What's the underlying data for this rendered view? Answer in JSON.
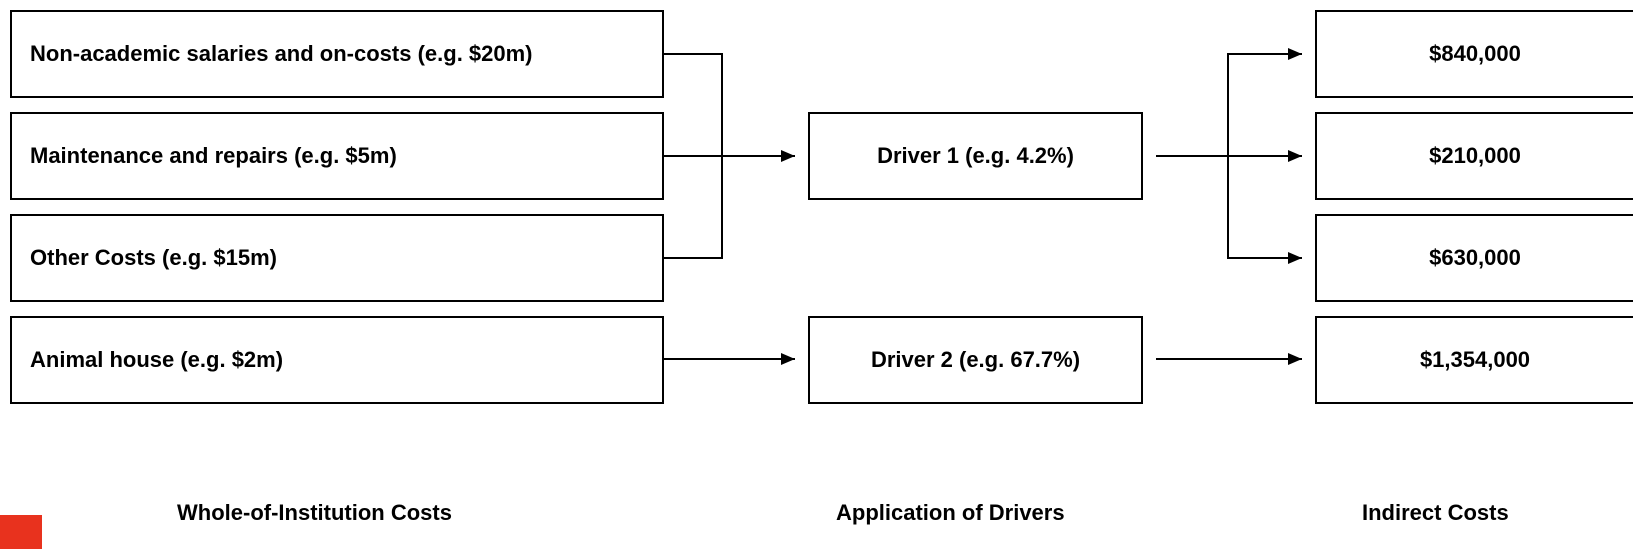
{
  "cost_items": [
    {
      "label": "Non-academic salaries and on-costs (e.g. $20m)"
    },
    {
      "label": "Maintenance and repairs (e.g. $5m)"
    },
    {
      "label": "Other Costs (e.g. $15m)"
    },
    {
      "label": "Animal house (e.g. $2m)"
    }
  ],
  "drivers": [
    {
      "label": "Driver 1 (e.g. 4.2%)"
    },
    {
      "label": "Driver 2 (e.g. 67.7%)"
    }
  ],
  "indirect_costs": [
    {
      "label": "$840,000"
    },
    {
      "label": "$210,000"
    },
    {
      "label": "$630,000"
    },
    {
      "label": "$1,354,000"
    }
  ],
  "column_labels": {
    "whole_of_institution": "Whole-of-Institution Costs",
    "application_of_drivers": "Application of Drivers",
    "indirect_costs": "Indirect Costs"
  },
  "colors": {
    "border": "#000000",
    "background": "#ffffff",
    "accent": "#e8321e"
  }
}
